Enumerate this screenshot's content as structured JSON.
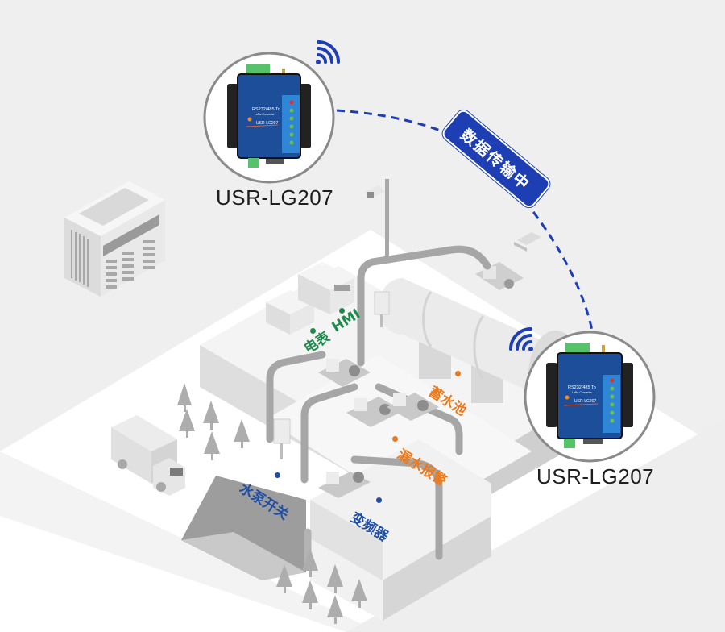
{
  "scene": {
    "title": "LoRa wireless water pump monitoring illustration",
    "background_color": "#f0eff0",
    "link_color": "#1d3fb3"
  },
  "devices": [
    {
      "id": "device-top",
      "model_label": "USR-LG207",
      "panel_text_line1": "RS232/485 To",
      "panel_text_line2": "LoRa Converter",
      "panel_brand": "USR-LG207"
    },
    {
      "id": "device-bottom",
      "model_label": "USR-LG207",
      "panel_text_line1": "RS232/485 To",
      "panel_text_line2": "LoRa Converter",
      "panel_brand": "USR-LG207"
    }
  ],
  "link": {
    "badge_text": "数据传输中",
    "icons": [
      "wifi-signal-icon",
      "wifi-signal-icon"
    ]
  },
  "labels": {
    "meter": {
      "text": "电表",
      "color": "#1f8a4c"
    },
    "hmi": {
      "text": "HMI",
      "color": "#1f8a4c"
    },
    "reservoir": {
      "text": "蓄水池",
      "color": "#ec7a1c"
    },
    "leak_alarm": {
      "text": "漏水报警",
      "color": "#ec7a1c"
    },
    "pump_switch": {
      "text": "水泵开关",
      "color": "#1f4ea3"
    },
    "inverter": {
      "text": "变频器",
      "color": "#1f4ea3"
    }
  },
  "colors": {
    "device_blue": "#1c4e9a",
    "device_panel": "#2f86d6",
    "led_red": "#e03030",
    "led_green": "#6ac04a",
    "terminal_green": "#56c26a",
    "green_label": "#1f8a4c",
    "orange_label": "#ec7a1c",
    "blue_label": "#1f4ea3"
  }
}
